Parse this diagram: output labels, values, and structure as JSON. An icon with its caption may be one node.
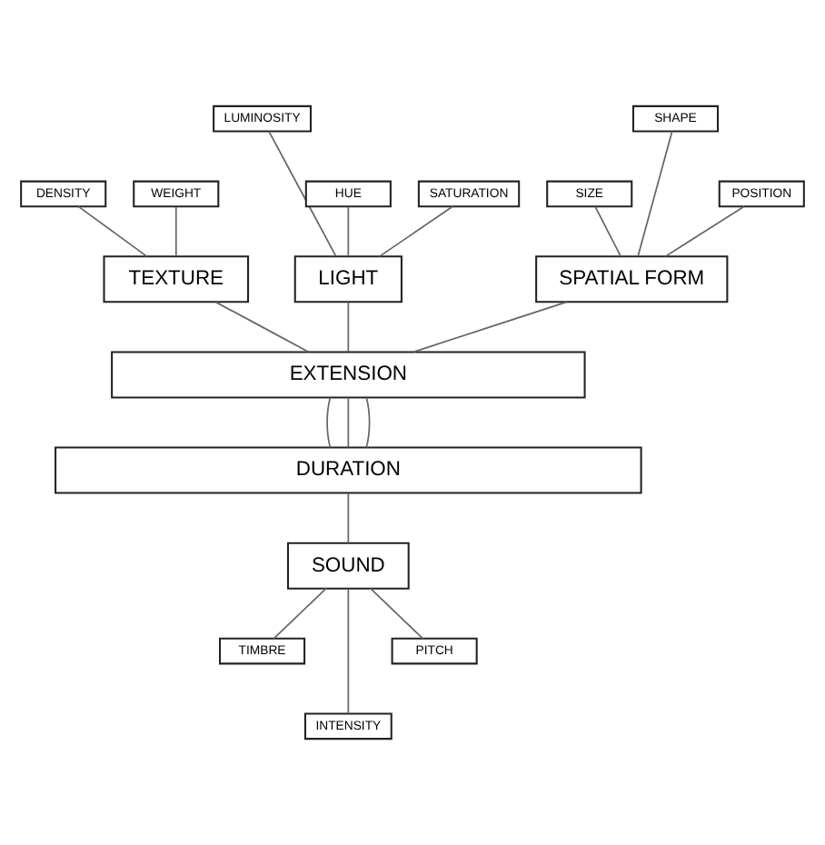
{
  "diagram": {
    "nodes": [
      {
        "text": [
          "LUMINOSITY"
        ]
      },
      {
        "text": [
          "HUE"
        ]
      },
      {
        "text": [
          "SATURATION"
        ]
      },
      {
        "text": [
          "DENSITY"
        ]
      },
      {
        "text": [
          "WEIGHT"
        ]
      },
      {
        "text": [
          "SIZE"
        ]
      },
      {
        "text": [
          "SHAPE"
        ]
      },
      {
        "text": [
          "POSITION"
        ]
      },
      {
        "text": [
          "LIGHT"
        ]
      },
      {
        "text": [
          "TEXTURE"
        ]
      },
      {
        "text": [
          "SPATIAL FORM"
        ]
      },
      {
        "text": [
          "EXTENSION"
        ]
      },
      {
        "text": [
          "DURATION"
        ]
      },
      {
        "text": [
          "SOUND"
        ]
      },
      {
        "text": [
          "TIMBRE"
        ]
      },
      {
        "text": [
          "INTENSITY"
        ]
      },
      {
        "text": [
          "PITCH"
        ]
      }
    ],
    "edges": [
      {
        "from": 1,
        "to": 8,
        "arrow": "none"
      },
      {
        "from": 0,
        "to": 8,
        "arrow": "none"
      },
      {
        "from": 2,
        "to": 8,
        "arrow": "none"
      },
      {
        "from": 3,
        "to": 9,
        "arrow": "none"
      },
      {
        "from": 4,
        "to": 9,
        "arrow": "none"
      },
      {
        "from": 6,
        "to": 10,
        "arrow": "none"
      },
      {
        "from": 5,
        "to": 10,
        "arrow": "none"
      },
      {
        "from": 7,
        "to": 10,
        "arrow": "none"
      },
      {
        "from": 8,
        "to": 11,
        "arrow": "none"
      },
      {
        "from": 9,
        "to": 11,
        "arrow": "none"
      },
      {
        "from": 10,
        "to": 11,
        "arrow": "none"
      },
      {
        "from": 11,
        "to": 12,
        "arrow": "none"
      },
      {
        "from": 11,
        "to": 12,
        "arrow": "none"
      },
      {
        "from": 11,
        "to": 12,
        "arrow": "none"
      },
      {
        "from": 12,
        "to": 13,
        "arrow": "none"
      },
      {
        "from": 13,
        "to": 14,
        "arrow": "none"
      },
      {
        "from": 13,
        "to": 15,
        "arrow": "none"
      },
      {
        "from": 13,
        "to": 16,
        "arrow": "none"
      }
    ]
  }
}
